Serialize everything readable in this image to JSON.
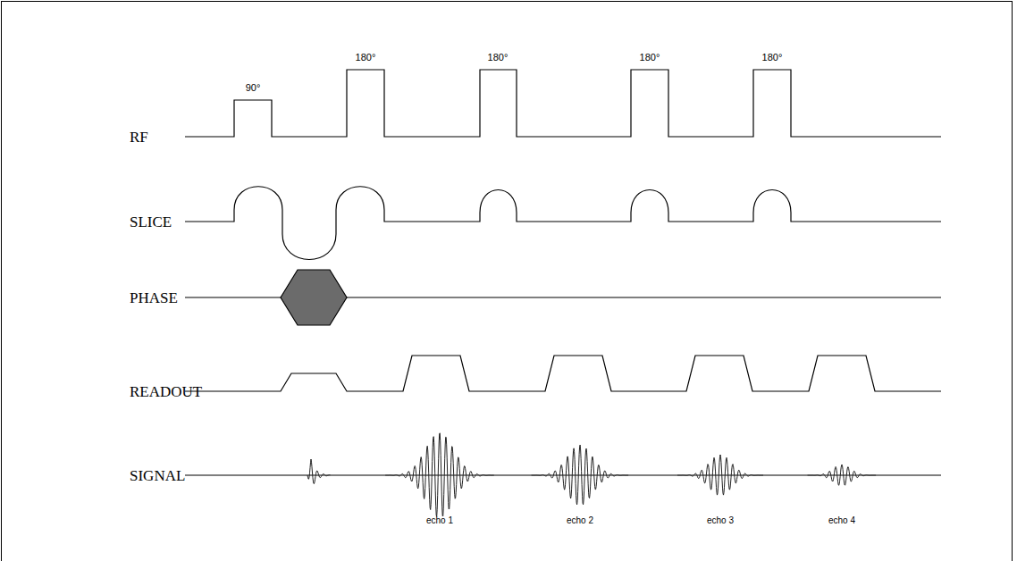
{
  "diagram": {
    "labels": [
      "RF",
      "SLICE",
      "PHASE",
      "READOUT",
      "SIGNAL",
      "90°",
      "180°",
      "180°",
      "180°",
      "180°",
      "echo 1",
      "echo 2",
      "echo 3",
      "echo 4"
    ]
  }
}
